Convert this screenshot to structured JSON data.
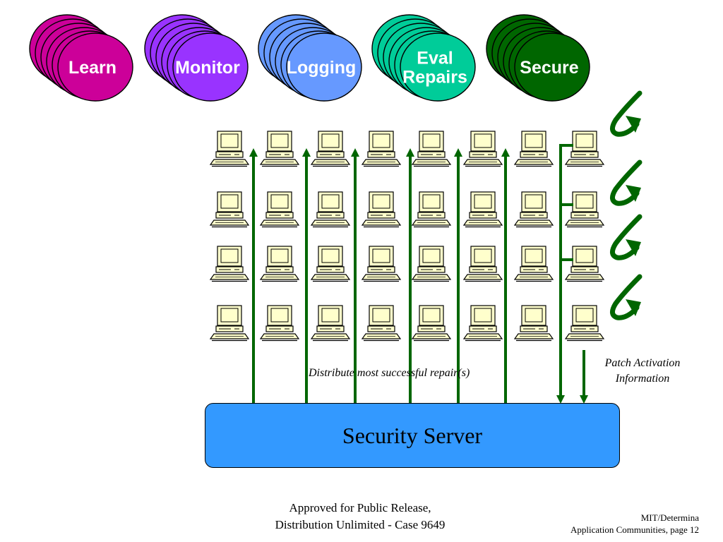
{
  "stages": [
    {
      "id": "learn",
      "lines": [
        "Learn"
      ],
      "color": "#cc0099"
    },
    {
      "id": "monitor",
      "lines": [
        "Monitor"
      ],
      "color": "#9933ff"
    },
    {
      "id": "logging",
      "lines": [
        "Logging"
      ],
      "color": "#6699ff"
    },
    {
      "id": "eval-repairs",
      "lines": [
        "Eval",
        "Repairs"
      ],
      "color": "#00cc99"
    },
    {
      "id": "secure",
      "lines": [
        "Secure"
      ],
      "color": "#006600"
    }
  ],
  "server": {
    "label": "Security Server",
    "color": "#3399ff"
  },
  "distribute_label": "Distribute most successful repair(s)",
  "patch_label": {
    "line1": "Patch Activation",
    "line2": "Information"
  },
  "footer": {
    "center_line1": "Approved for Public Release,",
    "center_line2": "Distribution Unlimited - Case 9649",
    "right_line1": "MIT/Determina",
    "right_line2": "Application Communities, page 12"
  },
  "grid": {
    "rows": 4,
    "cols": 8
  },
  "colors": {
    "arrow": "#006600",
    "computer_screen": "#ffffcc"
  }
}
